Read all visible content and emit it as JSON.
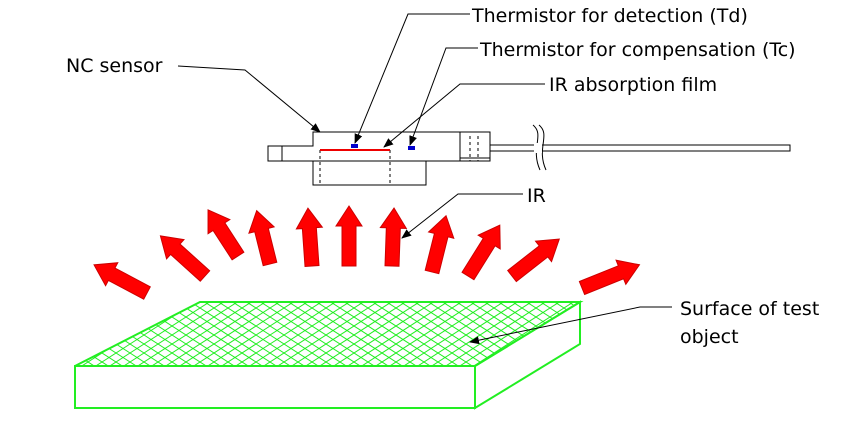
{
  "labels": {
    "td": "Thermistor for detection (Td)",
    "tc": "Thermistor for compensation (Tc)",
    "film": "IR absorption film",
    "nc_sensor": "NC sensor",
    "ir": "IR",
    "surface_line1": "Surface of test",
    "surface_line2": "object"
  },
  "colors": {
    "arrow": "#ff0000",
    "surface": "#22ee22",
    "thermistor": "#0000cc",
    "film": "#ee0000",
    "line": "#000000"
  }
}
